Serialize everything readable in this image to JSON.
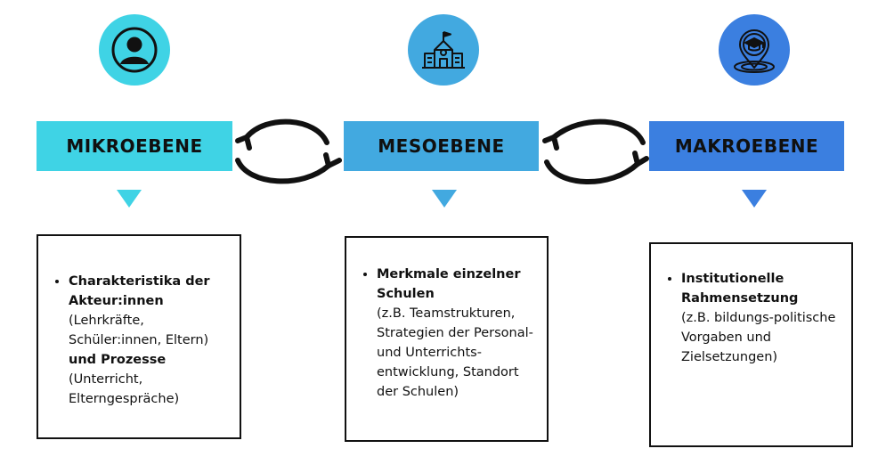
{
  "levels": [
    {
      "title": "MIKROEBENE",
      "color": "#3fd3e5",
      "icon": "person-icon",
      "lines": [
        {
          "bold": "Charakteristika der Akteur:innen"
        },
        {
          "text": "(Lehrkräfte, Schüler:innen, Eltern)"
        },
        {
          "bold": "und Prozesse"
        },
        {
          "text": "(Unterricht, Elterngespräche)"
        }
      ]
    },
    {
      "title": "MESOEBENE",
      "color": "#42a9e0",
      "icon": "school-building-icon",
      "lines": [
        {
          "bold": "Merkmale einzelner Schulen"
        },
        {
          "text": "(z.B. Teamstrukturen, Strategien der Personal- und Unterrichts-entwicklung, Standort der Schulen)"
        }
      ]
    },
    {
      "title": "MAKROEBENE",
      "color": "#3b7fe0",
      "icon": "graduation-cap-pin-icon",
      "lines": [
        {
          "bold": "Institutionelle Rahmensetzung"
        },
        {
          "text": "(z.B. bildungs-politische Vorgaben und Zielsetzungen)"
        }
      ]
    }
  ],
  "connectors": [
    "cycle-arrows-icon",
    "cycle-arrows-icon"
  ]
}
